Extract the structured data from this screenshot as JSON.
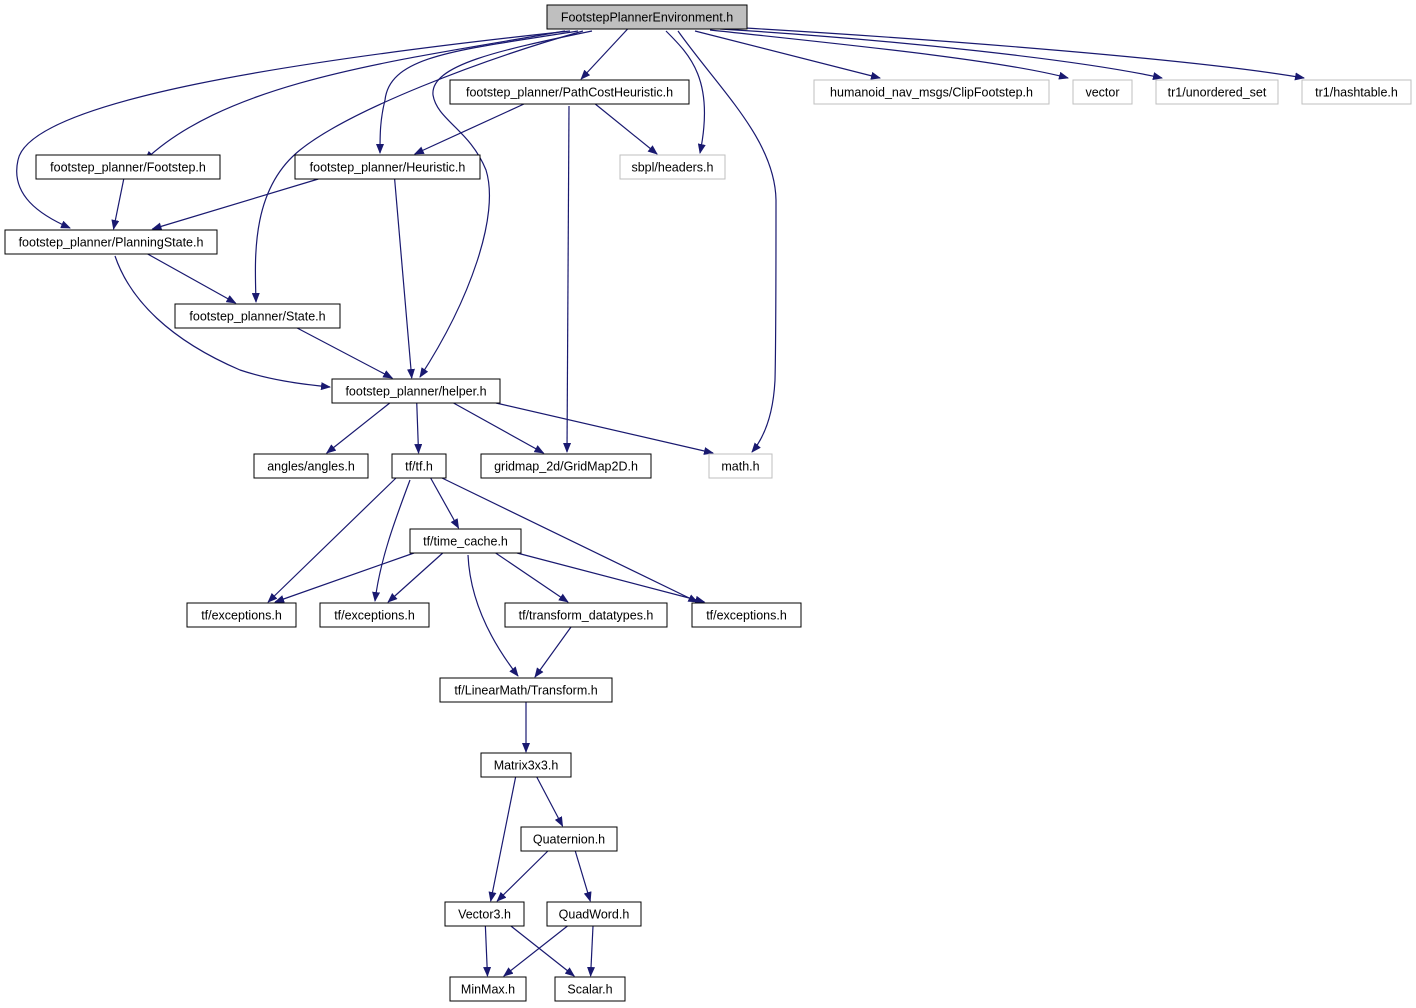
{
  "colors": {
    "edge": "#191970",
    "root_fill": "#bfbfbf",
    "node_border": "#000000",
    "external_border": "#bfbfbf",
    "node_fill": "#ffffff"
  },
  "nodes": [
    {
      "id": "root",
      "label": "FootstepPlannerEnvironment.h",
      "kind": "root"
    },
    {
      "id": "pathcost",
      "label": "footstep_planner/PathCostHeuristic.h",
      "kind": "internal"
    },
    {
      "id": "clipfootstep",
      "label": "humanoid_nav_msgs/ClipFootstep.h",
      "kind": "external"
    },
    {
      "id": "vector",
      "label": "vector",
      "kind": "external"
    },
    {
      "id": "unordered_set",
      "label": "tr1/unordered_set",
      "kind": "external"
    },
    {
      "id": "hashtable",
      "label": "tr1/hashtable.h",
      "kind": "external"
    },
    {
      "id": "footstep",
      "label": "footstep_planner/Footstep.h",
      "kind": "internal"
    },
    {
      "id": "heuristic",
      "label": "footstep_planner/Heuristic.h",
      "kind": "internal"
    },
    {
      "id": "sbpl",
      "label": "sbpl/headers.h",
      "kind": "external"
    },
    {
      "id": "planningstate",
      "label": "footstep_planner/PlanningState.h",
      "kind": "internal"
    },
    {
      "id": "state",
      "label": "footstep_planner/State.h",
      "kind": "internal"
    },
    {
      "id": "helper",
      "label": "footstep_planner/helper.h",
      "kind": "internal"
    },
    {
      "id": "angles",
      "label": "angles/angles.h",
      "kind": "internal"
    },
    {
      "id": "tf",
      "label": "tf/tf.h",
      "kind": "internal"
    },
    {
      "id": "gridmap",
      "label": "gridmap_2d/GridMap2D.h",
      "kind": "internal"
    },
    {
      "id": "math",
      "label": "math.h",
      "kind": "external"
    },
    {
      "id": "timecache",
      "label": "tf/time_cache.h",
      "kind": "internal"
    },
    {
      "id": "exc1",
      "label": "tf/exceptions.h",
      "kind": "internal"
    },
    {
      "id": "exc2",
      "label": "tf/exceptions.h",
      "kind": "internal"
    },
    {
      "id": "transdt",
      "label": "tf/transform_datatypes.h",
      "kind": "internal"
    },
    {
      "id": "exc3",
      "label": "tf/exceptions.h",
      "kind": "internal"
    },
    {
      "id": "transform",
      "label": "tf/LinearMath/Transform.h",
      "kind": "internal"
    },
    {
      "id": "matrix",
      "label": "Matrix3x3.h",
      "kind": "internal"
    },
    {
      "id": "quaternion",
      "label": "Quaternion.h",
      "kind": "internal"
    },
    {
      "id": "vector3",
      "label": "Vector3.h",
      "kind": "internal"
    },
    {
      "id": "quadword",
      "label": "QuadWord.h",
      "kind": "internal"
    },
    {
      "id": "minmax",
      "label": "MinMax.h",
      "kind": "internal"
    },
    {
      "id": "scalar",
      "label": "Scalar.h",
      "kind": "internal"
    }
  ],
  "edges": [
    {
      "from": "root",
      "to": "pathcost"
    },
    {
      "from": "root",
      "to": "clipfootstep"
    },
    {
      "from": "root",
      "to": "vector"
    },
    {
      "from": "root",
      "to": "unordered_set"
    },
    {
      "from": "root",
      "to": "hashtable"
    },
    {
      "from": "root",
      "to": "footstep"
    },
    {
      "from": "root",
      "to": "heuristic"
    },
    {
      "from": "root",
      "to": "sbpl"
    },
    {
      "from": "root",
      "to": "planningstate"
    },
    {
      "from": "root",
      "to": "state"
    },
    {
      "from": "root",
      "to": "helper"
    },
    {
      "from": "root",
      "to": "math"
    },
    {
      "from": "pathcost",
      "to": "heuristic"
    },
    {
      "from": "pathcost",
      "to": "sbpl"
    },
    {
      "from": "pathcost",
      "to": "gridmap"
    },
    {
      "from": "footstep",
      "to": "planningstate"
    },
    {
      "from": "heuristic",
      "to": "planningstate"
    },
    {
      "from": "heuristic",
      "to": "helper"
    },
    {
      "from": "planningstate",
      "to": "state"
    },
    {
      "from": "planningstate",
      "to": "helper"
    },
    {
      "from": "state",
      "to": "helper"
    },
    {
      "from": "helper",
      "to": "angles"
    },
    {
      "from": "helper",
      "to": "tf"
    },
    {
      "from": "helper",
      "to": "gridmap"
    },
    {
      "from": "helper",
      "to": "math"
    },
    {
      "from": "tf",
      "to": "timecache"
    },
    {
      "from": "tf",
      "to": "exc1"
    },
    {
      "from": "tf",
      "to": "exc2"
    },
    {
      "from": "tf",
      "to": "exc3"
    },
    {
      "from": "timecache",
      "to": "exc1"
    },
    {
      "from": "timecache",
      "to": "exc2"
    },
    {
      "from": "timecache",
      "to": "transdt"
    },
    {
      "from": "timecache",
      "to": "exc3"
    },
    {
      "from": "timecache",
      "to": "transform"
    },
    {
      "from": "transdt",
      "to": "transform"
    },
    {
      "from": "transform",
      "to": "matrix"
    },
    {
      "from": "matrix",
      "to": "quaternion"
    },
    {
      "from": "matrix",
      "to": "vector3"
    },
    {
      "from": "quaternion",
      "to": "vector3"
    },
    {
      "from": "quaternion",
      "to": "quadword"
    },
    {
      "from": "vector3",
      "to": "minmax"
    },
    {
      "from": "vector3",
      "to": "scalar"
    },
    {
      "from": "quadword",
      "to": "minmax"
    },
    {
      "from": "quadword",
      "to": "scalar"
    }
  ]
}
